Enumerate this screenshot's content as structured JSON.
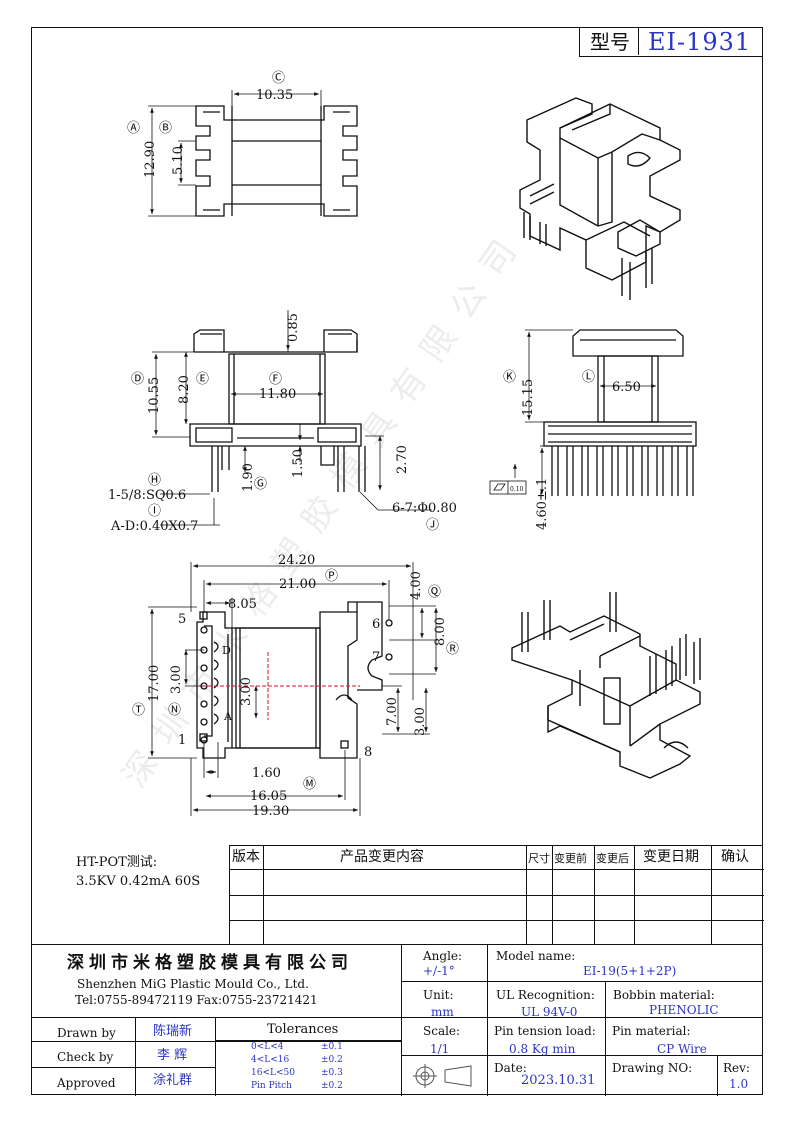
{
  "header": {
    "model_label": "型号",
    "model_value": "EI-1931"
  },
  "top_view": {
    "callouts": {
      "A": "Ⓐ",
      "B": "Ⓑ",
      "C": "Ⓒ"
    },
    "dims": {
      "width": "10.35",
      "height": "12.90",
      "slot": "5.10"
    }
  },
  "front_view": {
    "callouts": {
      "D": "Ⓓ",
      "E": "Ⓔ",
      "F": "Ⓕ",
      "G": "Ⓖ",
      "H": "Ⓗ",
      "I": "Ⓘ",
      "J": "Ⓙ"
    },
    "dims": {
      "flange": "0.85",
      "height": "10.55",
      "inner": "8.20",
      "width": "11.80",
      "gap": "1.50",
      "pin_h": "2.70",
      "pin_g": "1.90"
    },
    "notes": {
      "pins_sq": "1-5/8:SQ0.6",
      "pins_ad": "A-D:0.40X0.7",
      "pins_67": "6-7:Φ0.80"
    }
  },
  "side_view": {
    "callouts": {
      "K": "Ⓚ",
      "L": "Ⓛ"
    },
    "dims": {
      "height": "15.15",
      "core": "6.50",
      "pin_len": "4.60±.1"
    },
    "flatness": "0.10"
  },
  "bottom_view": {
    "callouts": {
      "M": "Ⓜ",
      "N": "Ⓝ",
      "P": "Ⓟ",
      "Q": "Ⓠ",
      "R": "Ⓡ",
      "T": "Ⓣ"
    },
    "dims": {
      "w1": "24.20",
      "w2": "21.00",
      "w3": "8.05",
      "h_total": "17.00",
      "h3a": "3.00",
      "h3b": "3.00",
      "r1": "4.00",
      "r2": "8.00",
      "r3": "7.00",
      "r4": "3.00",
      "b1": "1.60",
      "b2": "16.05",
      "b3": "19.30"
    },
    "pins": {
      "p1": "1",
      "p5": "5",
      "p6": "6",
      "p7": "7",
      "p8": "8",
      "pa": "A",
      "pd": "D"
    }
  },
  "watermark": "深圳市米格塑胶模具有限公司",
  "test": {
    "label": "HT-POT测试:",
    "value": "3.5KV  0.42mA  60S"
  },
  "revision_table": {
    "headers": [
      "版本",
      "产品变更内容",
      "尺寸",
      "变更前",
      "变更后",
      "变更日期",
      "确认"
    ]
  },
  "company": {
    "name_cn": "深圳市米格塑胶模具有限公司",
    "name_en": "Shenzhen MiG Plastic Mould Co., Ltd.",
    "contact": "Tel:0755-89472119   Fax:0755-23721421"
  },
  "title_block": {
    "angle_label": "Angle:",
    "angle_value": "+/-1°",
    "model_label": "Model name:",
    "model_value": "EI-19(5+1+2P)",
    "unit_label": "Unit:",
    "unit_value": "mm",
    "ul_label": "UL Recognition:",
    "ul_value": "UL 94V-0",
    "bobbin_label": "Bobbin material:",
    "bobbin_value": "PHENOLIC",
    "scale_label": "Scale:",
    "scale_value": "1/1",
    "tension_label": "Pin tension load:",
    "tension_value": "0.8 Kg min",
    "pin_label": "Pin material:",
    "pin_value": "CP Wire",
    "date_label": "Date:",
    "date_value": "2023.10.31",
    "drawing_label": "Drawing NO:",
    "rev_label": "Rev:",
    "rev_value": "1.0"
  },
  "signoff": {
    "drawn_label": "Drawn by",
    "drawn_name": "陈瑞新",
    "check_label": "Check by",
    "check_name": "李 辉",
    "approved_label": "Approved",
    "approved_name": "涂礼群"
  },
  "tolerances": {
    "title": "Tolerances",
    "rows": [
      {
        "range": "0<L<4",
        "tol": "±0.1"
      },
      {
        "range": "4<L<16",
        "tol": "±0.2"
      },
      {
        "range": "16<L<50",
        "tol": "±0.3"
      },
      {
        "range": "Pin Pitch",
        "tol": "±0.2"
      }
    ]
  }
}
